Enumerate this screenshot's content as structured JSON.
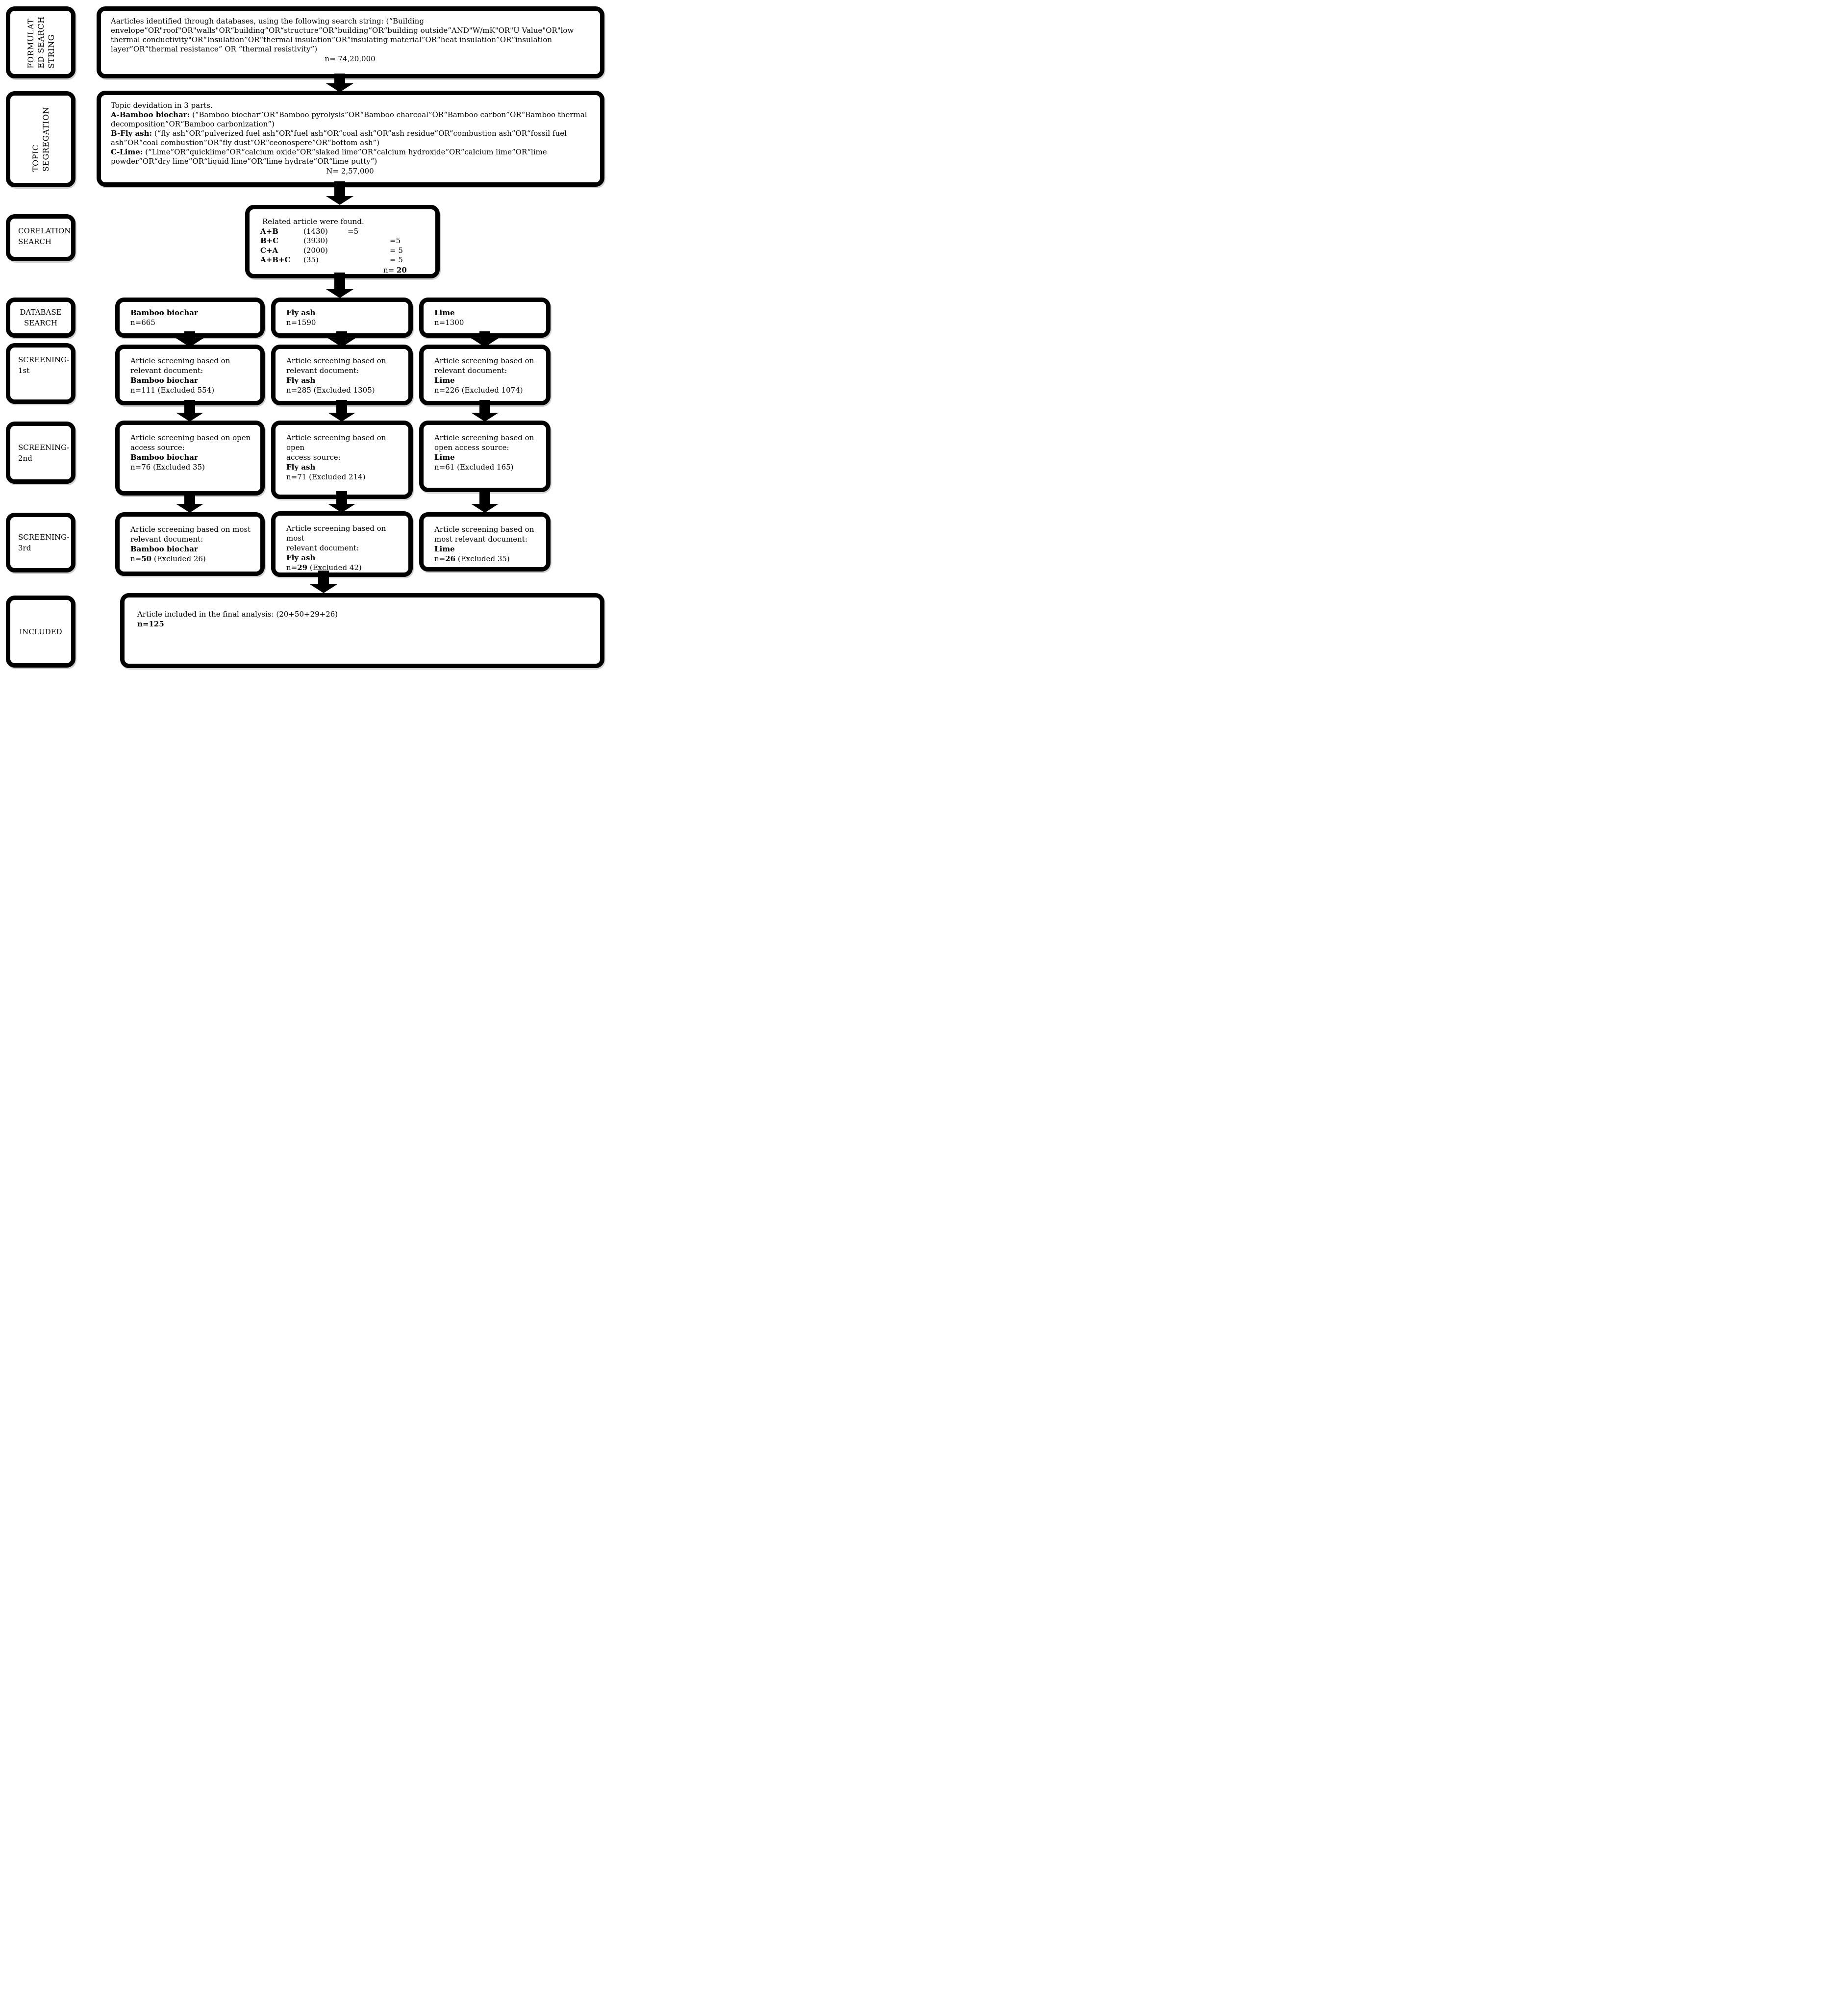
{
  "labels": {
    "formulated": "FORMULAT\nED SEARCH\nSTRING",
    "topic": "TOPIC\nSEGREGATION",
    "corelation": "CORELATION\nSEARCH",
    "database": "DATABASE\nSEARCH",
    "screening1": "SCREENING-\n1st",
    "screening2": "SCREENING-\n2nd",
    "screening3": "SCREENING-\n3rd",
    "included": "INCLUDED"
  },
  "row1": {
    "text": "Aarticles identified through databases, using the following search string:  (“Building\nenvelope”OR\"roof\"OR\"walls\"OR“building”OR“structure”OR“building”OR“building outside”AND\"W/mK\"OR\"U Value\"OR\"low\nthermal conductivity\"OR“Insulation”OR“thermal insulation”OR“insulating material”OR“heat insulation”OR“insulation\nlayer”OR“thermal resistance” OR “thermal resistivity”)",
    "n": "n= 74,20,000"
  },
  "row2": {
    "intro": "Topic devidation in 3 parts.",
    "a_label": "A-Bamboo biochar:",
    "a_text": " (“Bamboo biochar”OR“Bamboo pyrolysis”OR“Bamboo charcoal”OR“Bamboo carbon”OR“Bamboo thermal\ndecomposition”OR“Bamboo carbonization”)",
    "b_label": "B-Fly ash:",
    "b_text": " (“fly ash”OR“pulverized fuel ash”OR”fuel ash”OR“coal ash”OR”ash residue”OR”combustion ash”OR“fossil fuel\nash”OR“coal combustion”OR“fly dust”OR“ceonospere”OR“bottom ash”)",
    "c_label": "C-Lime:",
    "c_text": " (“Lime”OR“quicklime”OR“calcium oxide”OR“slaked lime”OR“calcium hydroxide”OR“calcium lime”OR“lime\npowder”OR“dry lime”OR“liquid lime”OR“lime hydrate”OR“lime putty”)",
    "n": "N= 2,57,000"
  },
  "correlation": {
    "title": "Related article were found.",
    "rows": [
      {
        "pair": "A+B",
        "count": "(1430)",
        "eq": "=5"
      },
      {
        "pair": "B+C",
        "count": "(3930)",
        "eq": "=5"
      },
      {
        "pair": "C+A",
        "count": "(2000)",
        "eq": "= 5"
      },
      {
        "pair": "A+B+C",
        "count": "(35)",
        "eq": "= 5"
      }
    ],
    "n_prefix": "n= ",
    "n_bold": "20"
  },
  "database_row": [
    {
      "title": "Bamboo biochar",
      "n": "n=665"
    },
    {
      "title": "Fly ash",
      "n": "n=1590"
    },
    {
      "title": "Lime",
      "n": "n=1300"
    }
  ],
  "screening1_row": [
    {
      "line1": "Article screening based on\nrelevant document:",
      "name": "Bamboo biochar",
      "n": "n=111 (Excluded 554)"
    },
    {
      "line1": "Article screening based on\nrelevant document:",
      "name": "Fly ash",
      "n": "n=285 (Excluded 1305)"
    },
    {
      "line1": "Article screening based on\nrelevant document:",
      "name": "Lime",
      "n": "n=226 (Excluded 1074)"
    }
  ],
  "screening2_row": [
    {
      "line1": "Article screening based on open\naccess source:",
      "name": "Bamboo biochar",
      "n": "n=76 (Excluded 35)"
    },
    {
      "line1": "Article screening based on open\naccess source:",
      "name": "Fly ash",
      "n": "n=71 (Excluded 214)"
    },
    {
      "line1": "Article screening based on\nopen access source:",
      "name": "Lime",
      "n": "n=61 (Excluded 165)"
    }
  ],
  "screening3_row": [
    {
      "line1": "Article screening based on most\nrelevant document:",
      "name": "Bamboo biochar",
      "n_prefix": "n=",
      "n_bold": "50",
      "n_suffix": " (Excluded 26)"
    },
    {
      "line1": "Article screening based on most\nrelevant document:",
      "name": "Fly ash",
      "n_prefix": "n=",
      "n_bold": "29",
      "n_suffix": " (Excluded 42)"
    },
    {
      "line1": "Article screening based on\nmost relevant document:",
      "name": "Lime",
      "n_prefix": "n=",
      "n_bold": "26",
      "n_suffix": " (Excluded 35)"
    }
  ],
  "included": {
    "line1": "Article included in the final analysis: (20+50+29+26)",
    "n": "n=125"
  }
}
